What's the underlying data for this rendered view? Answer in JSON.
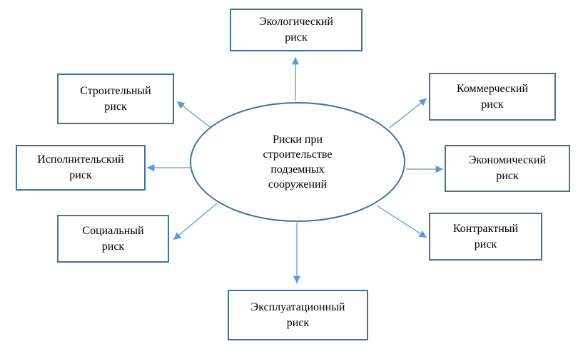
{
  "diagram": {
    "center": {
      "label": "Риски при строительстве подземных сооружений"
    },
    "nodes": {
      "ecological": {
        "line1": "Экологический",
        "line2": "риск"
      },
      "construction": {
        "line1": "Строительный",
        "line2": "риск"
      },
      "commercial": {
        "line1": "Коммерческий",
        "line2": "риск"
      },
      "performance": {
        "line1": "Исполнительский",
        "line2": "риск"
      },
      "economic": {
        "line1": "Экономический",
        "line2": "риск"
      },
      "social": {
        "line1": "Социальный",
        "line2": "риск"
      },
      "contractual": {
        "line1": "Контрактный",
        "line2": "риск"
      },
      "operational": {
        "line1": "Эксплуатационный",
        "line2": "риск"
      }
    },
    "colors": {
      "border": "#41719c",
      "arrow": "#5b9bd5",
      "text": "#000000",
      "background": "#ffffff"
    }
  }
}
